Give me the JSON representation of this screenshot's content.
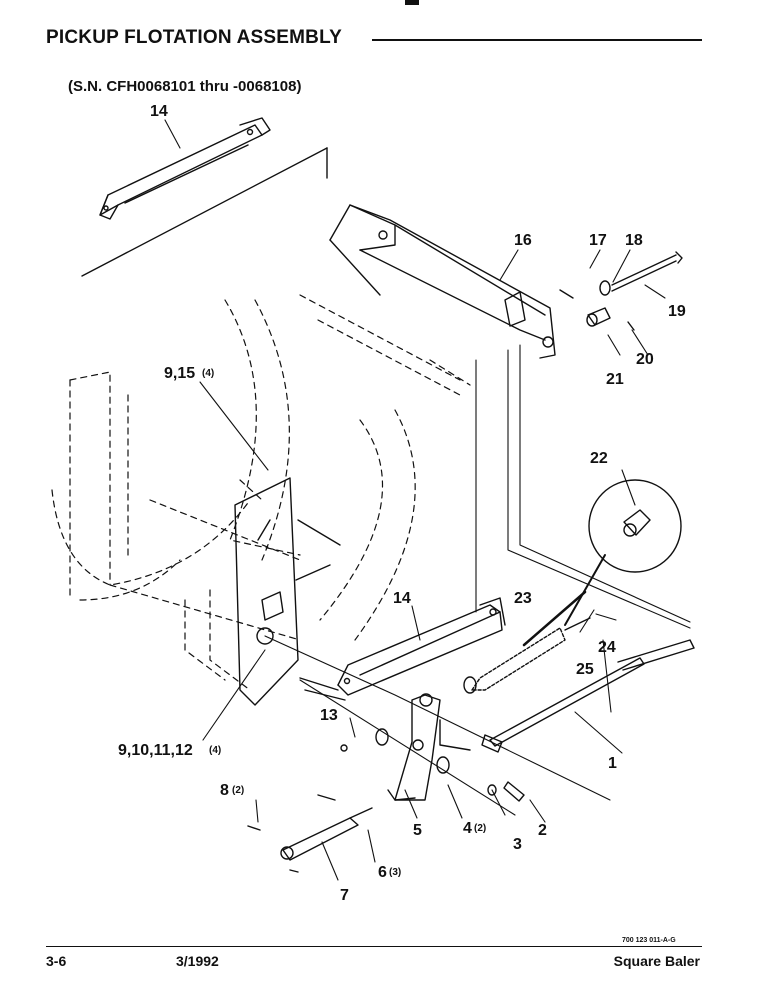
{
  "header": {
    "title": "PICKUP FLOTATION ASSEMBLY",
    "serial_note": "(S.N. CFH0068101 thru -0068108)"
  },
  "callouts": [
    {
      "id": "c14a",
      "text": "14",
      "qty": ""
    },
    {
      "id": "c16",
      "text": "16",
      "qty": ""
    },
    {
      "id": "c17",
      "text": "17",
      "qty": ""
    },
    {
      "id": "c18",
      "text": "18",
      "qty": ""
    },
    {
      "id": "c19",
      "text": "19",
      "qty": ""
    },
    {
      "id": "c20",
      "text": "20",
      "qty": ""
    },
    {
      "id": "c21",
      "text": "21",
      "qty": ""
    },
    {
      "id": "c915",
      "text": "9,15",
      "qty": "(4)"
    },
    {
      "id": "c22",
      "text": "22",
      "qty": ""
    },
    {
      "id": "c14b",
      "text": "14",
      "qty": ""
    },
    {
      "id": "c23",
      "text": "23",
      "qty": ""
    },
    {
      "id": "c24",
      "text": "24",
      "qty": ""
    },
    {
      "id": "c25",
      "text": "25",
      "qty": ""
    },
    {
      "id": "c13",
      "text": "13",
      "qty": ""
    },
    {
      "id": "c9101112",
      "text": "9,10,11,12",
      "qty": "(4)"
    },
    {
      "id": "c1",
      "text": "1",
      "qty": ""
    },
    {
      "id": "c8",
      "text": "8",
      "qty": "(2)"
    },
    {
      "id": "c2",
      "text": "2",
      "qty": ""
    },
    {
      "id": "c4",
      "text": "4",
      "qty": "(2)"
    },
    {
      "id": "c3",
      "text": "3",
      "qty": ""
    },
    {
      "id": "c5",
      "text": "5",
      "qty": ""
    },
    {
      "id": "c6",
      "text": "6",
      "qty": "(3)"
    },
    {
      "id": "c7",
      "text": "7",
      "qty": ""
    }
  ],
  "footer": {
    "drawing_number": "700 123 011-A-G",
    "page": "3-6",
    "date": "3/1992",
    "model": "Square Baler"
  }
}
